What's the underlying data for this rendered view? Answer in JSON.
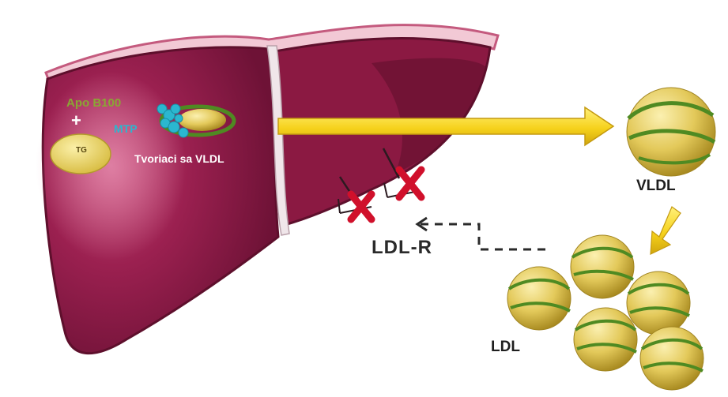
{
  "labels": {
    "apo_b100": "Apo B100",
    "plus": "+",
    "mtp": "MTP",
    "tg": "TG",
    "forming": "Tvoriaci sa VLDL",
    "ldl_r": "LDL-R",
    "vldl": "VLDL",
    "ldl": "LDL"
  },
  "colors": {
    "liver": "#8b1942",
    "liver_dark": "#5e0f2c",
    "liver_light": "#c43a6c",
    "capsule": "#e7a6b9",
    "lipoprotein": "#e3c95a",
    "apoprotein_band": "#4f8a22",
    "mtp": "#2bb7cf",
    "arrow": "#f6d21c",
    "blocked_x": "#d0102b"
  },
  "icons": [
    "liver",
    "vldl-particle",
    "ldl-particle",
    "ldl-receptor",
    "blocked-x-icon",
    "arrow-right-icon",
    "arrow-down-icon",
    "dashed-arrow-left-icon"
  ]
}
